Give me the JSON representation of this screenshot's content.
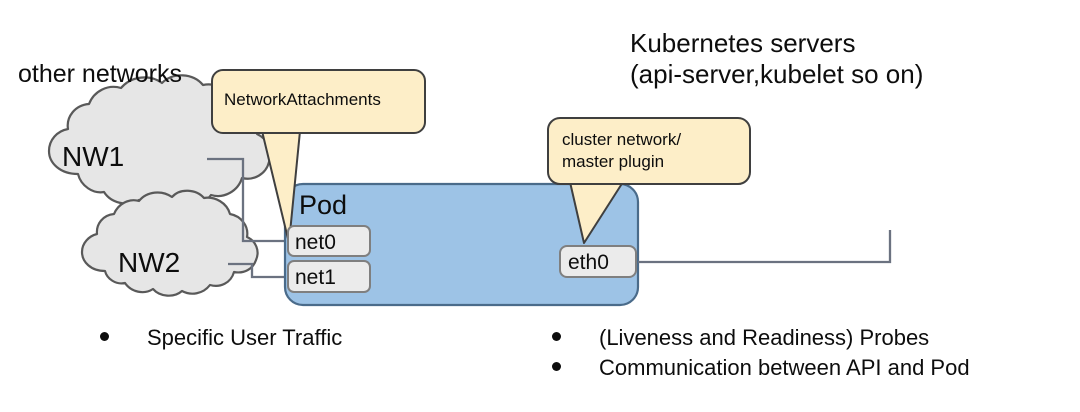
{
  "diagram": {
    "title_right": "Kubernetes servers\n(api-server,kubelet so on)",
    "label_other_networks": "other networks",
    "clouds": [
      {
        "name": "NW1"
      },
      {
        "name": "NW2"
      }
    ],
    "pod": {
      "label": "Pod",
      "interfaces": [
        {
          "name": "net0"
        },
        {
          "name": "net1"
        },
        {
          "name": "eth0"
        }
      ]
    },
    "callouts": [
      {
        "id": "network-attachments",
        "text": "NetworkAttachments"
      },
      {
        "id": "cluster-network",
        "text": "cluster network/\nmaster plugin"
      }
    ],
    "bullets_left": [
      {
        "text": "Specific User Traffic"
      }
    ],
    "bullets_right": [
      {
        "text": "(Liveness and Readiness) Probes"
      },
      {
        "text": "Communication between API and Pod"
      }
    ]
  },
  "colors": {
    "pod_fill": "#9dc3e6",
    "pod_stroke": "#4a6b8a",
    "callout_fill": "#fdeec8",
    "callout_stroke": "#3f3f3f",
    "cloud_fill": "#e6e6e6",
    "cloud_stroke": "#595959",
    "iface_fill": "#ebebeb",
    "iface_stroke": "#7f7f7f",
    "wire_stroke": "#6b7280",
    "text": "#0d0d0d"
  }
}
